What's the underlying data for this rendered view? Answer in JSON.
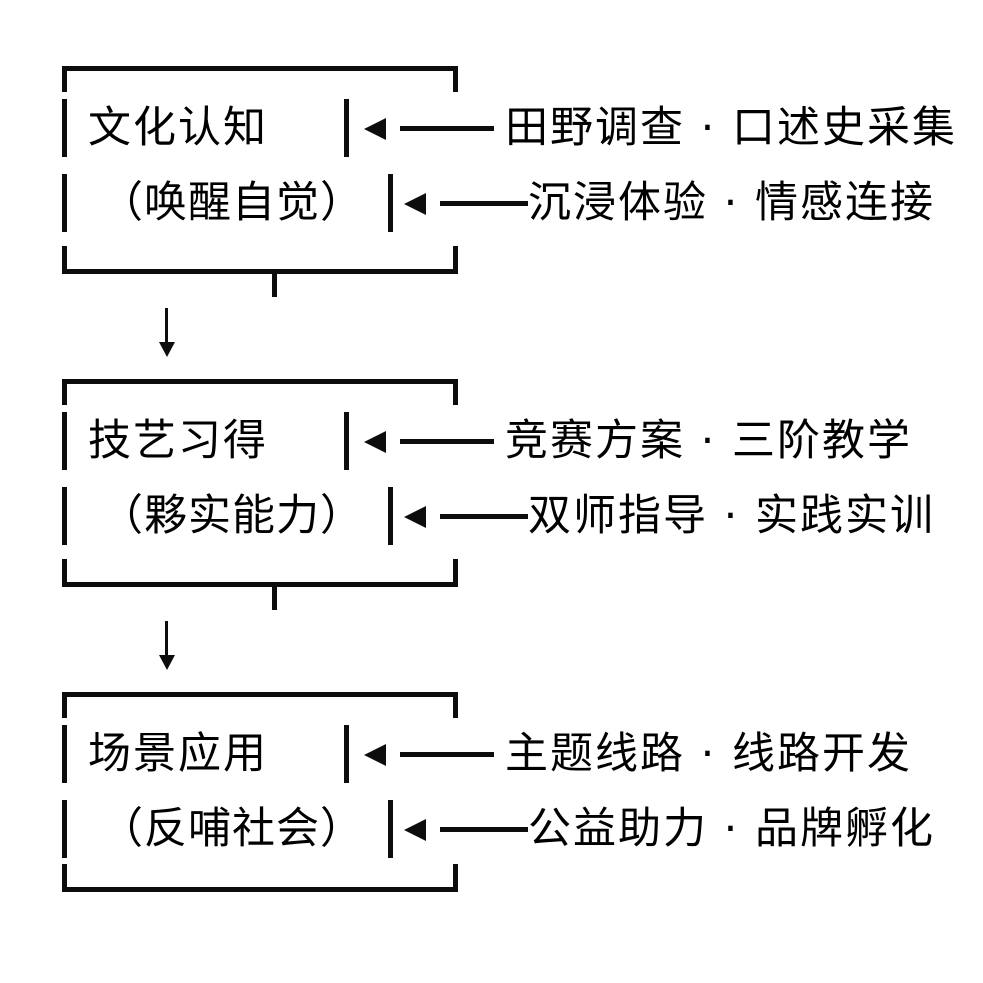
{
  "diagram": {
    "type": "vertical-pipeline",
    "orientation": "top-to-bottom",
    "stage_count": 3,
    "connector_glyph": "↓",
    "arrow_glyph": "←───",
    "separator_glyph": "·",
    "colors": {
      "ink": "#0d0d0d",
      "text": "#000000",
      "background": "#ffffff"
    },
    "stages": [
      {
        "id": "stage-1",
        "title": "文化认知",
        "subtitle": "（唤醒自觉）",
        "details": [
          "田野调查 · 口述史采集",
          "沉浸体验 · 情感连接"
        ],
        "has_connector_below": true
      },
      {
        "id": "stage-2",
        "title": "技艺习得",
        "subtitle": "（夥实能力）",
        "details": [
          "竞赛方案 · 三阶教学",
          "双师指导 · 实践实训"
        ],
        "has_connector_below": true
      },
      {
        "id": "stage-3",
        "title": "场景应用",
        "subtitle": "（反哺社会）",
        "details": [
          "主题线路 · 线路开发",
          "公益助力 · 品牌孵化"
        ],
        "has_connector_below": false
      }
    ]
  }
}
